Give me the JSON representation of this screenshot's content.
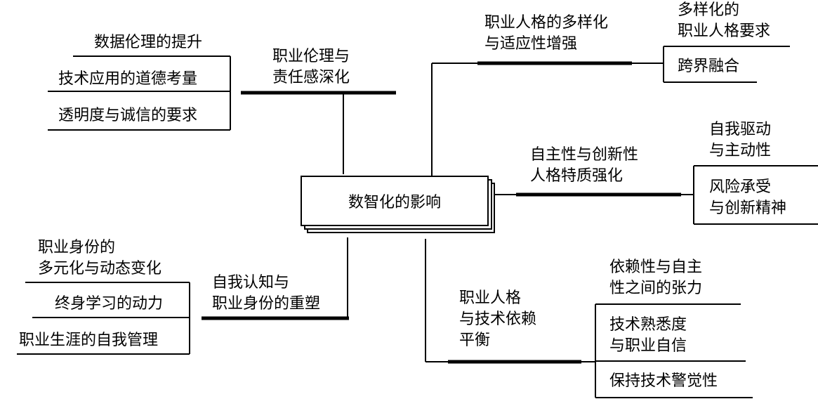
{
  "diagram": {
    "center": {
      "label": "数智化的影响"
    },
    "branches": [
      {
        "title": [
          "职业伦理与",
          "责任感深化"
        ],
        "items": [
          [
            "数据伦理的提升"
          ],
          [
            "技术应用的道德考量"
          ],
          [
            "透明度与诚信的要求"
          ]
        ]
      },
      {
        "title": [
          "职业人格的多样化",
          "与适应性增强"
        ],
        "items": [
          [
            "多样化的",
            "职业人格要求"
          ],
          [
            "跨界融合"
          ]
        ]
      },
      {
        "title": [
          "自主性与创新性",
          "人格特质强化"
        ],
        "items": [
          [
            "自我驱动",
            "与主动性"
          ],
          [
            "风险承受",
            "与创新精神"
          ]
        ]
      },
      {
        "title": [
          "自我认知与",
          "职业身份的重塑"
        ],
        "items": [
          [
            "职业身份的",
            "多元化与动态变化"
          ],
          [
            "终身学习的动力"
          ],
          [
            "职业生涯的自我管理"
          ]
        ]
      },
      {
        "title": [
          "职业人格",
          "与技术依赖",
          "平衡"
        ],
        "items": [
          [
            "依赖性与自主",
            "性之间的张力"
          ],
          [
            "技术熟悉度",
            "与职业自信"
          ],
          [
            "保持技术警觉性"
          ]
        ]
      }
    ]
  }
}
